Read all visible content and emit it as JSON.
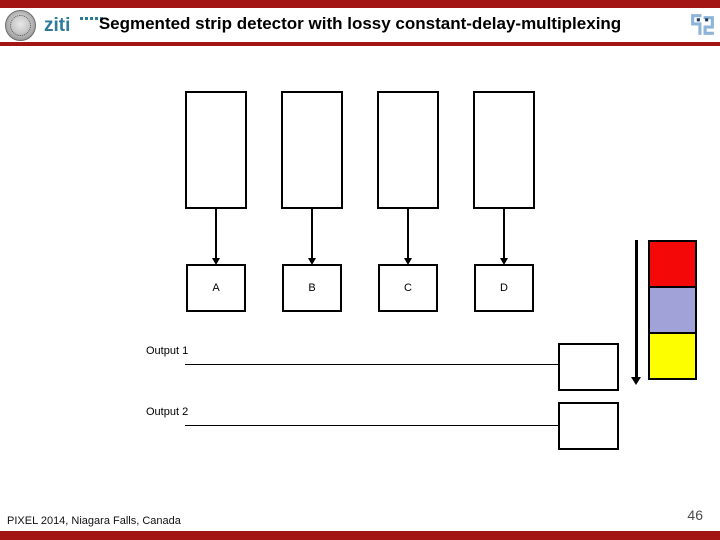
{
  "slide": {
    "title": "Segmented strip detector with lossy constant-delay-multiplexing",
    "brand": "ziti",
    "footer_left": "PIXEL 2014, Niagara Falls, Canada",
    "page_number": "46"
  },
  "colors": {
    "accent_red": "#A31414",
    "brand_teal": "#2E7A9C",
    "glyph_blue": "#8FB4D9",
    "glyph_navy": "#1B3A5C",
    "legend_red": "#F50808",
    "legend_lavender": "#A0A2D8",
    "legend_yellow": "#FDFF00"
  },
  "diagram": {
    "channels": [
      "A",
      "B",
      "C",
      "D"
    ],
    "output1_label": "Output 1",
    "output2_label": "Output 2"
  }
}
